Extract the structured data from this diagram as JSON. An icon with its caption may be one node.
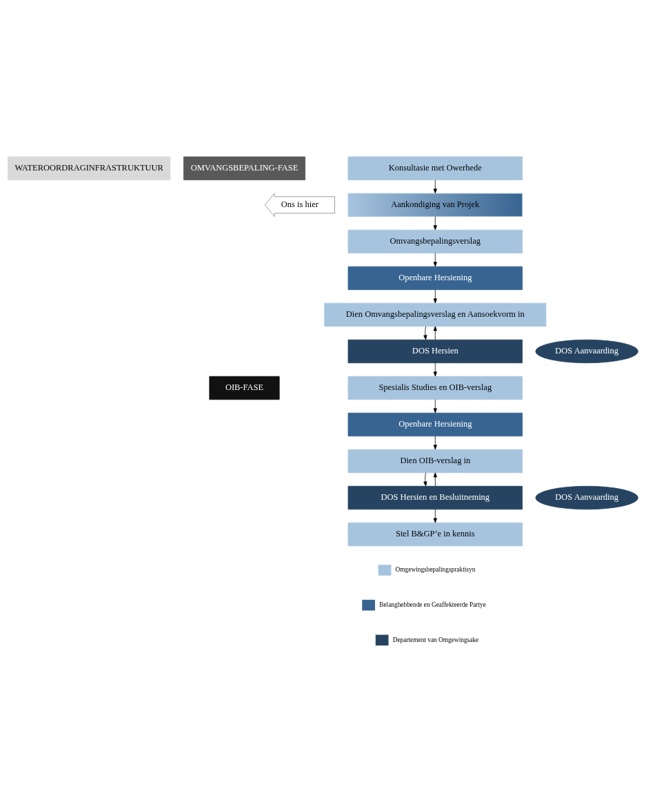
{
  "diagram": {
    "nodes": [
      {
        "text": [
          "WATEROORDRAGINFRASTRUKTUUR"
        ]
      },
      {
        "text": [
          "OMVANGSBEPALING-FASE"
        ]
      },
      {
        "text": [
          "OIB-FASE"
        ]
      },
      {
        "text": [
          "Konsultasie met Owerhede"
        ]
      },
      {
        "text": [
          "Aankondiging van Projek"
        ]
      },
      {
        "text": [
          "Ons is hier"
        ]
      },
      {
        "text": [
          "Omvangsbepalingsverslag"
        ]
      },
      {
        "text": [
          "Openbare Hersiening"
        ]
      },
      {
        "text": [
          "Dien Omvangsbepalingsverslag en Aansoekvorm in"
        ]
      },
      {
        "text": [
          "DOS Hersien"
        ]
      },
      {
        "text": [
          "DOS Aanvaarding"
        ]
      },
      {
        "text": [
          "Spesialis Studies en OIB-verslag"
        ]
      },
      {
        "text": [
          "Openbare Hersiening"
        ]
      },
      {
        "text": [
          "Dien OIB-verslag in"
        ]
      },
      {
        "text": [
          "DOS Hersien en Besluitneming"
        ]
      },
      {
        "text": [
          "DOS Aanvaarding"
        ]
      },
      {
        "text": [
          "Stel B&GP’e in kennis"
        ]
      }
    ],
    "edges": [
      {
        "from": 3,
        "to": 4,
        "arrow": "to"
      },
      {
        "from": 4,
        "to": 6,
        "arrow": "to"
      },
      {
        "from": 6,
        "to": 7,
        "arrow": "to"
      },
      {
        "from": 7,
        "to": 8,
        "arrow": "to"
      },
      {
        "from": 9,
        "to": 8,
        "arrow": "to"
      },
      {
        "from": 8,
        "to": 9,
        "arrow": "to"
      },
      {
        "from": 9,
        "to": 11,
        "arrow": "to"
      },
      {
        "from": 11,
        "to": 12,
        "arrow": "to"
      },
      {
        "from": 12,
        "to": 13,
        "arrow": "to"
      },
      {
        "from": 14,
        "to": 13,
        "arrow": "to"
      },
      {
        "from": 13,
        "to": 14,
        "arrow": "to"
      },
      {
        "from": 14,
        "to": 16,
        "arrow": "to"
      }
    ],
    "legend": [
      {
        "text": "Omgewingsbepalingspraktisyn",
        "color": "#a7c4df"
      },
      {
        "text": "Belanghebbende en Geaffekteerde Partye",
        "color": "#376491"
      },
      {
        "text": "Departement van Omgewingsake",
        "color": "#264461"
      }
    ]
  }
}
